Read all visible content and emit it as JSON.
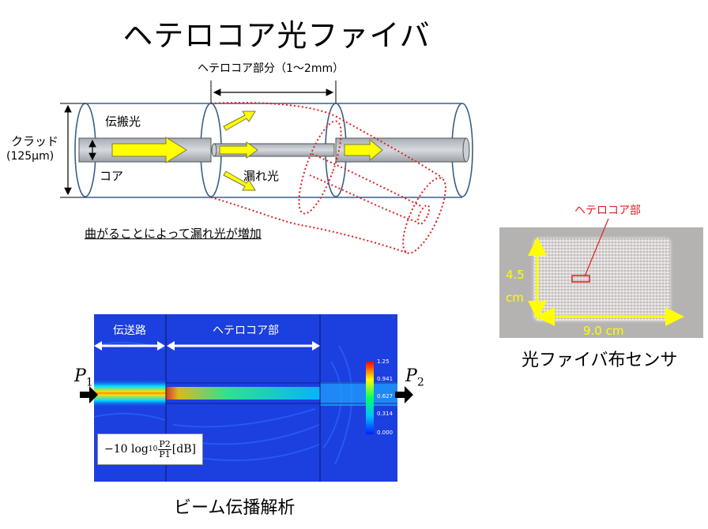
{
  "title": "ヘテロコア光ファイバ",
  "diagram": {
    "hetero_core_section_label": "ヘテロコア部分（1～2mm）",
    "clad_label": "クラッド",
    "clad_size_label": "(125μm)",
    "propagating_light_label": "伝搬光",
    "core_label": "コア",
    "leak_light_label": "漏れ光",
    "bend_note": "曲がることによって漏れ光が増加"
  },
  "sensor": {
    "part_label": "ヘテロコア部",
    "height_value": "4.5",
    "height_unit": "cm",
    "width_label": "9.0 cm",
    "caption": "光ファイバ布センサ"
  },
  "bpm": {
    "transmission_path_label": "伝送路",
    "hetero_core_label": "ヘテロコア部",
    "p1_symbol": "P",
    "p1_sub": "1",
    "p2_symbol": "P",
    "p2_sub": "2",
    "formula_prefix": "−10 log",
    "formula_base": "10",
    "formula_num": "P2",
    "formula_den": "P1",
    "formula_unit": "[dB]",
    "colorbar_ticks": [
      "1.25",
      "0.941",
      "0.627",
      "0.314",
      "0.000"
    ],
    "caption": "ビーム伝播解析"
  },
  "colors": {
    "arrow_yellow": "#ffff00",
    "tube_stroke": "#3a5f8a",
    "leak_red": "#e02020",
    "bpm_blue": "#1c3fe0"
  }
}
